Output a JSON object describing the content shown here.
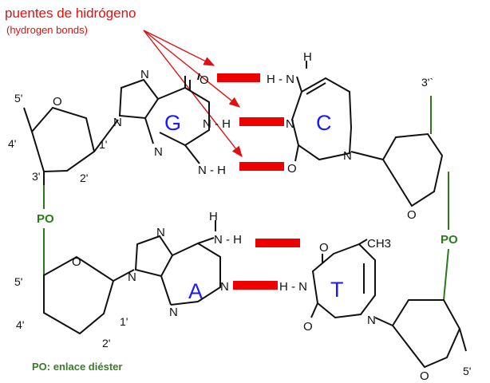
{
  "labels": {
    "title": "puentes de hidrógeno",
    "subtitle": "(hydrogen bonds)",
    "legend": "PO: enlace diéster",
    "po": "PO"
  },
  "bases": {
    "guanine": "G",
    "cytosine": "C",
    "adenine": "A",
    "thymine": "T"
  },
  "atoms": {
    "N": "N",
    "O": "O",
    "H": "H",
    "NH": "N - H",
    "HN": "H - N",
    "CH3": "CH3"
  },
  "carbons": {
    "c5": "5'",
    "c4": "4'",
    "c3": "3'",
    "c2": "2'",
    "c1": "1'",
    "c3b": "3'`"
  },
  "colors": {
    "hydrogen_bond": "#ee0000",
    "phosphodiester": "#2a7a1a",
    "base_letter": "#1a1aff",
    "title": "#e01010"
  }
}
